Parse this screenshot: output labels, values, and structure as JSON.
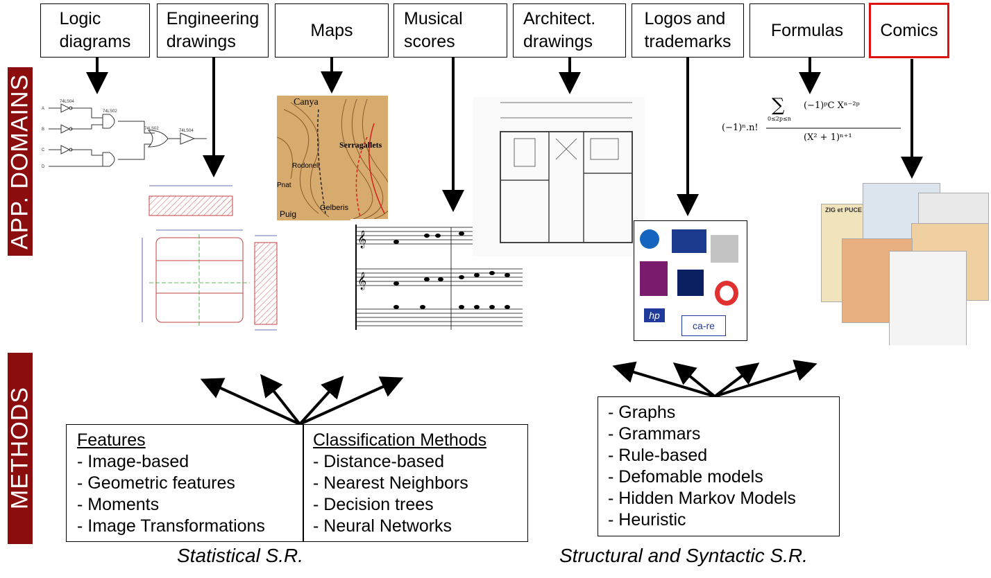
{
  "side_labels": {
    "top": "APP. DOMAINS",
    "bottom": "METHODS"
  },
  "domains": [
    {
      "label": "Logic\ndiagrams"
    },
    {
      "label": "Engineering\ndrawings"
    },
    {
      "label": "Maps"
    },
    {
      "label": "Musical\nscores"
    },
    {
      "label": "Architect.\ndrawings"
    },
    {
      "label": "Logos and\ntrademarks"
    },
    {
      "label": "Formulas"
    },
    {
      "label": "Comics"
    }
  ],
  "highlight_color": "#e01010",
  "side_label_color": "#8b0d0d",
  "statistical": {
    "features_title": "Features",
    "features": [
      "- Image-based",
      "- Geometric features",
      "- Moments",
      "- Image Transformations"
    ],
    "classification_title": "Classification Methods",
    "classification": [
      "- Distance-based",
      "- Nearest Neighbors",
      "- Decision trees",
      "- Neural Networks"
    ],
    "caption": "Statistical S.R."
  },
  "structural": {
    "items": [
      "- Graphs",
      "- Grammars",
      "- Rule-based",
      "- Defomable models",
      "- Hidden Markov Models",
      "- Heuristic"
    ],
    "caption": "Structural and Syntactic S.R."
  },
  "thumbnails": {
    "map_labels": [
      "Canya",
      "Serragallets",
      "Rodonell",
      "Pnat",
      "Puig",
      "Gelberis"
    ],
    "logo_text": [
      "hp",
      "ca-re"
    ],
    "comic_title": "ZIG et PUCE",
    "logic_labels": [
      "74LS04",
      "74LS02",
      "74LS02",
      "74LS04",
      "A",
      "B",
      "C",
      "D"
    ]
  }
}
